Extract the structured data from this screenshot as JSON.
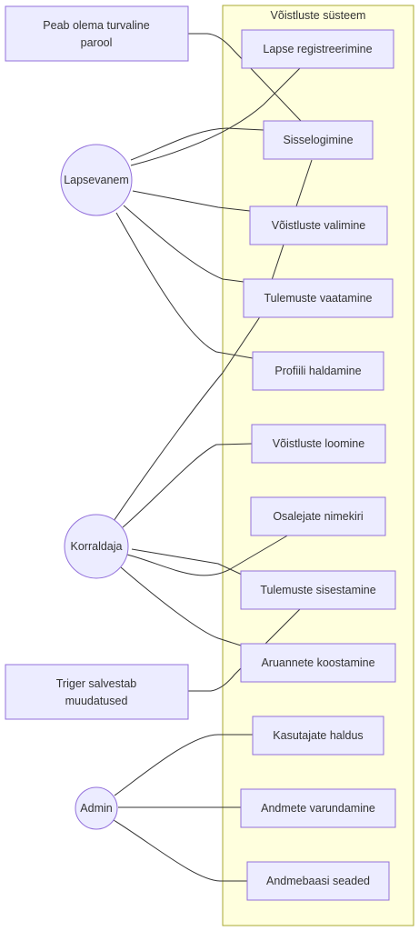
{
  "system": {
    "title": "Võistluste süsteem"
  },
  "colors": {
    "node_fill": "#ECECFF",
    "node_stroke": "#9370DB",
    "system_fill": "#FFFFDE",
    "system_stroke": "#AAAA33",
    "edge": "#333333"
  },
  "actors": {
    "parent": "Lapsevanem",
    "organizer": "Korraldaja",
    "admin": "Admin"
  },
  "notes": {
    "password": [
      "Peab olema turvaline",
      "parool"
    ],
    "trigger": [
      "Triger salvestab",
      "muudatused"
    ]
  },
  "use_cases": {
    "register_child": "Lapse registreerimine",
    "login": "Sisselogimine",
    "select_competition": "Võistluste valimine",
    "view_results": "Tulemuste vaatamine",
    "manage_profile": "Profiili haldamine",
    "create_competition": "Võistluste loomine",
    "participants_list": "Osalejate nimekiri",
    "enter_results": "Tulemuste sisestamine",
    "compile_reports": "Aruannete koostamine",
    "manage_users": "Kasutajate haldus",
    "backup_data": "Andmete varundamine",
    "db_settings": "Andmebaasi seaded"
  }
}
